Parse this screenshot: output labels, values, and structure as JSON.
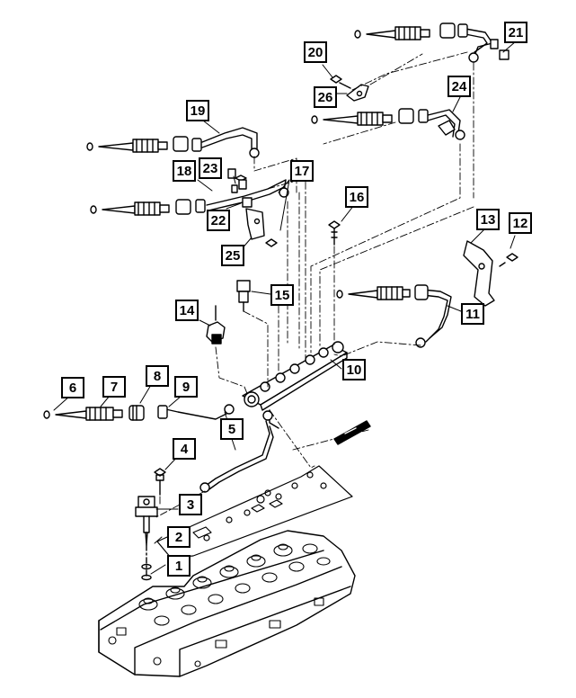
{
  "colors": {
    "line": "#000000",
    "background": "#ffffff"
  },
  "callouts": [
    {
      "id": "1",
      "label": "1"
    },
    {
      "id": "2",
      "label": "2"
    },
    {
      "id": "3",
      "label": "3"
    },
    {
      "id": "4",
      "label": "4"
    },
    {
      "id": "5",
      "label": "5"
    },
    {
      "id": "6",
      "label": "6"
    },
    {
      "id": "7",
      "label": "7"
    },
    {
      "id": "8",
      "label": "8"
    },
    {
      "id": "9",
      "label": "9"
    },
    {
      "id": "10",
      "label": "10"
    },
    {
      "id": "11",
      "label": "11"
    },
    {
      "id": "12",
      "label": "12"
    },
    {
      "id": "13",
      "label": "13"
    },
    {
      "id": "14",
      "label": "14"
    },
    {
      "id": "15",
      "label": "15"
    },
    {
      "id": "16",
      "label": "16"
    },
    {
      "id": "17",
      "label": "17"
    },
    {
      "id": "18",
      "label": "18"
    },
    {
      "id": "19",
      "label": "19"
    },
    {
      "id": "20",
      "label": "20"
    },
    {
      "id": "21",
      "label": "21"
    },
    {
      "id": "22",
      "label": "22"
    },
    {
      "id": "23",
      "label": "23"
    },
    {
      "id": "24",
      "label": "24"
    },
    {
      "id": "25",
      "label": "25"
    },
    {
      "id": "26",
      "label": "26"
    }
  ]
}
